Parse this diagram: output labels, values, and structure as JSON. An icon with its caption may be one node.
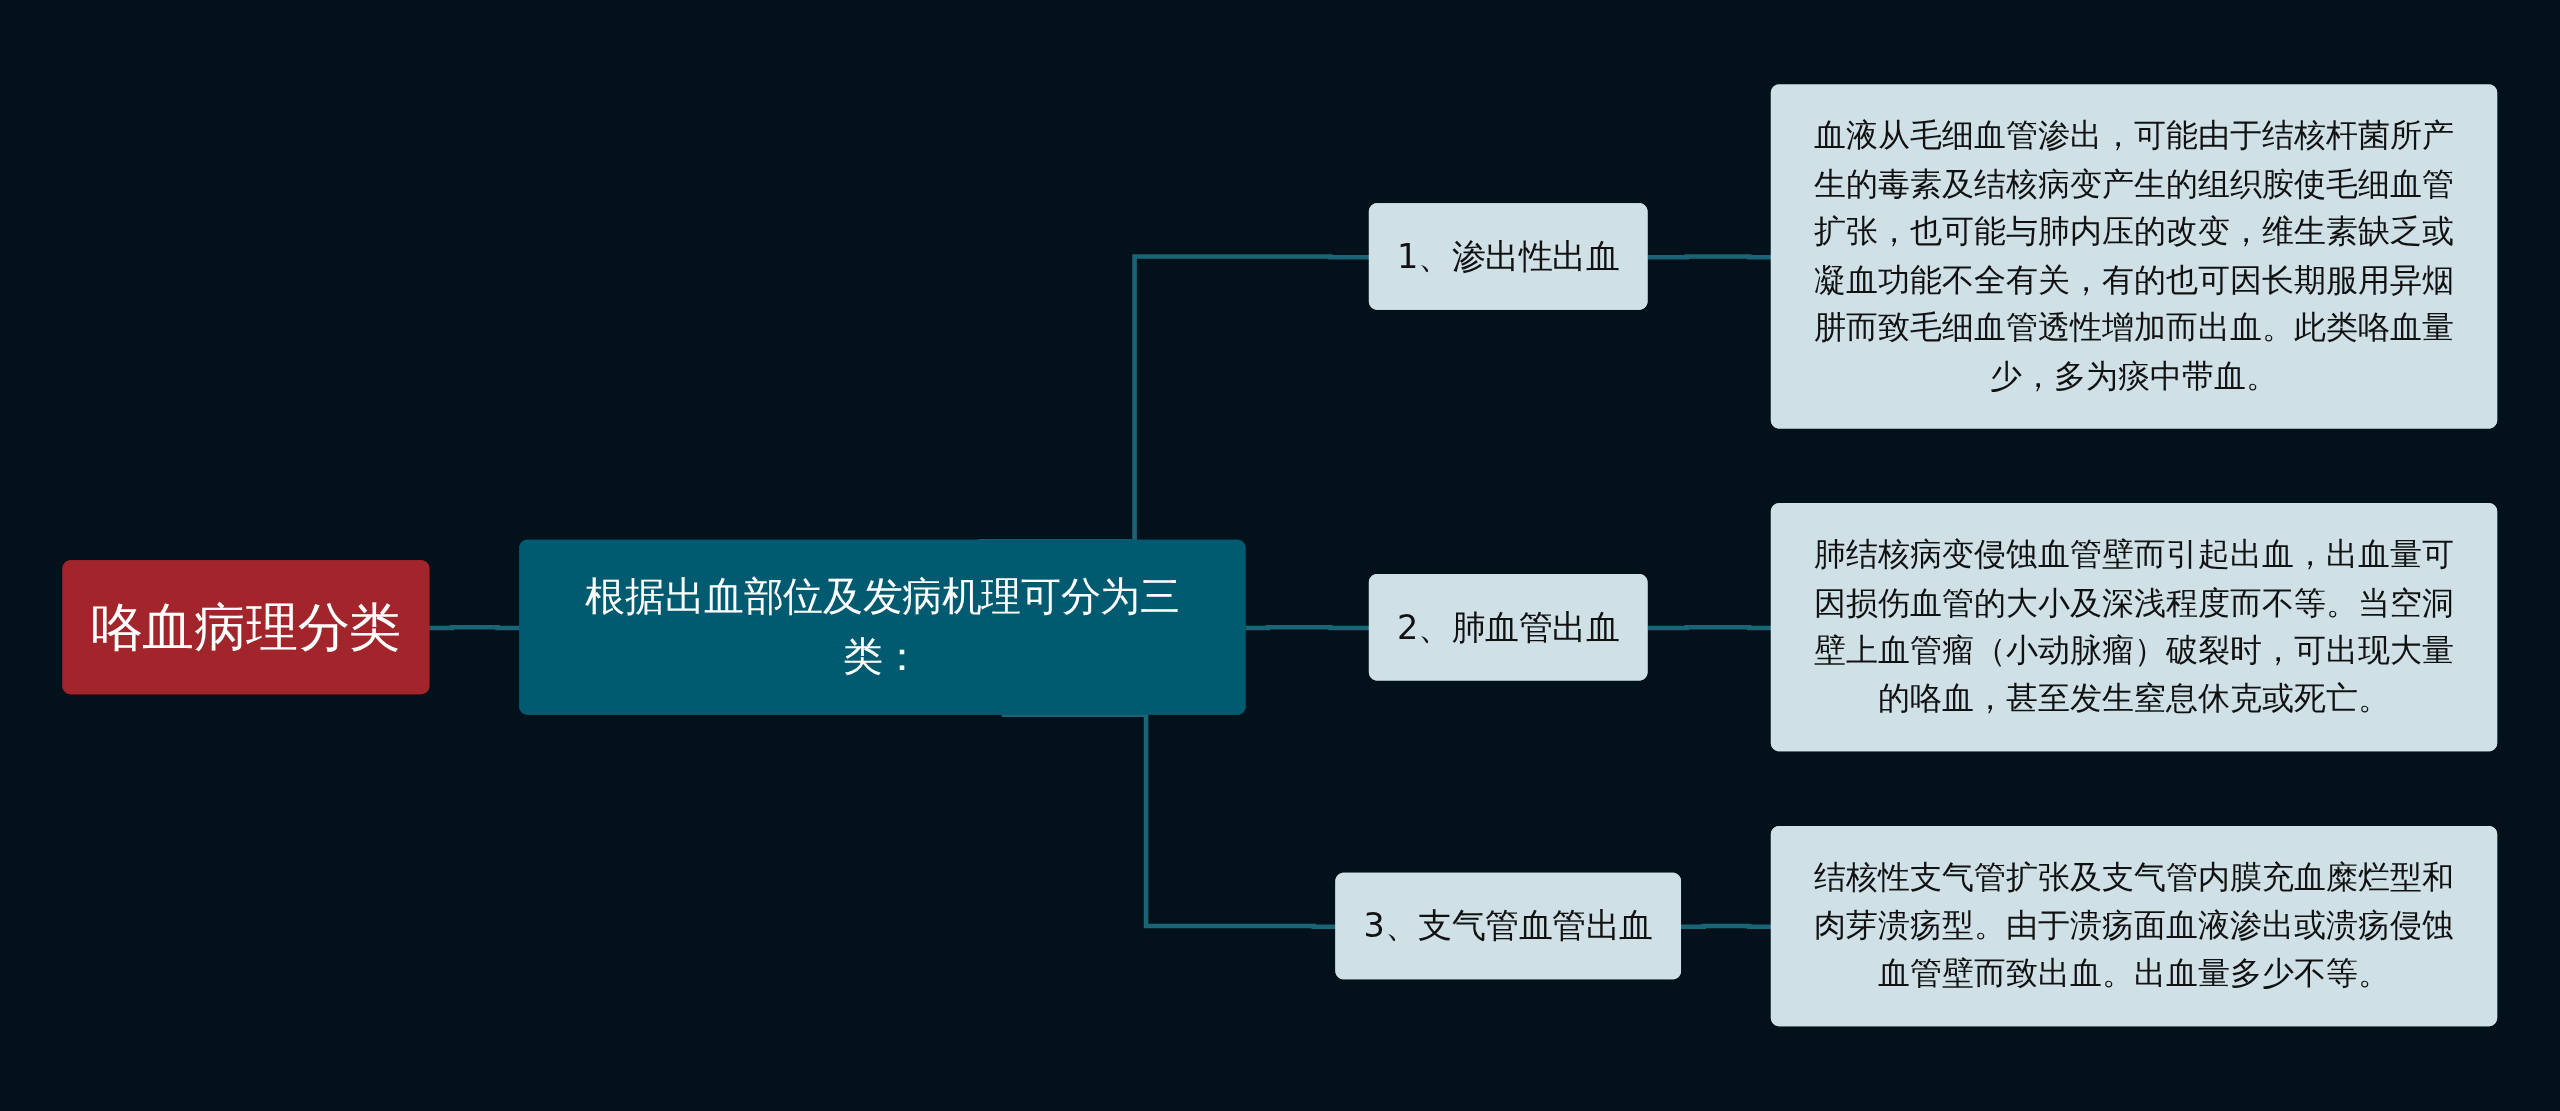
{
  "diagram": {
    "nodes": [
      {
        "text": [
          "咯血病理分类"
        ]
      },
      {
        "text": [
          "根据出血部位及发病机理可分为三类："
        ]
      },
      {
        "text": [
          "1、渗出性出血"
        ]
      },
      {
        "text": [
          "2、肺血管出血"
        ]
      },
      {
        "text": [
          "3、支气管血管出血"
        ]
      },
      {
        "text": [
          "血液从毛细血管渗出，可能由于结核杆菌所产生的毒素及结核病变产生的组织胺使毛细血管扩张，也可能与肺内压的改变，维生素缺乏或凝血功能不全有关，有的也可因长期服用异烟肼而致毛细血管透性增加而出血。此类咯血量少，多为痰中带血。"
        ]
      },
      {
        "text": [
          "肺结核病变侵蚀血管壁而引起出血，出血量可因损伤血管的大小及深浅程度而不等。当空洞壁上血管瘤（小动脉瘤）破裂时，可出现大量的咯血，甚至发生窒息休克或死亡。"
        ]
      },
      {
        "text": [
          "结核性支气管扩张及支气管内膜充血糜烂型和肉芽溃疡型。由于溃疡面血液渗出或溃疡侵蚀血管壁而致出血。出血量多少不等。"
        ]
      }
    ],
    "edges": [
      {
        "from": 0,
        "to": 1,
        "arrow": "none"
      },
      {
        "from": 1,
        "to": 2,
        "arrow": "none"
      },
      {
        "from": 1,
        "to": 3,
        "arrow": "none"
      },
      {
        "from": 1,
        "to": 4,
        "arrow": "none"
      },
      {
        "from": 2,
        "to": 5,
        "arrow": "none"
      },
      {
        "from": 3,
        "to": 6,
        "arrow": "none"
      },
      {
        "from": 4,
        "to": 7,
        "arrow": "none"
      }
    ]
  }
}
